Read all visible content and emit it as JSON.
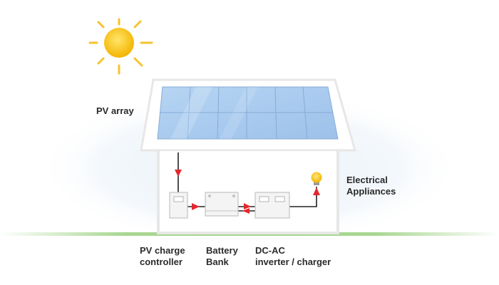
{
  "labels": {
    "pv_array": "PV array",
    "appliances": [
      "Electrical",
      "Appliances"
    ],
    "charge_controller": [
      "PV charge",
      "controller"
    ],
    "battery_bank": [
      "Battery",
      "Bank"
    ],
    "inverter": [
      "DC-AC",
      "inverter / charger"
    ]
  },
  "icons": {
    "sun": "sun-icon",
    "bulb": "light-bulb-icon"
  },
  "colors": {
    "sun": "#f7c21b",
    "sun_rays": "#f6c22f",
    "panel": "#a6c9ef",
    "panel_grid": "#86abd6",
    "house_outline": "#e7e7e7",
    "flow_arrow": "#e3272d",
    "wire": "#222222",
    "ground": "#9ed284",
    "text": "#2b2b2b"
  }
}
